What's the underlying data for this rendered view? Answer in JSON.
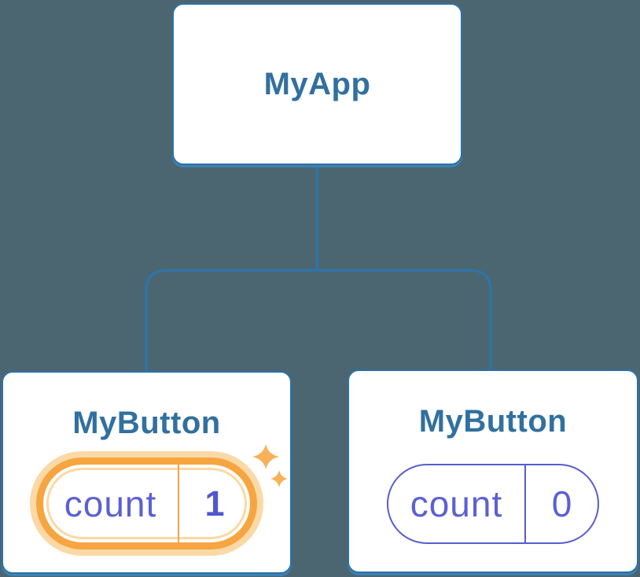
{
  "diagram": {
    "description": "React component tree showing isolated state",
    "background": "#4C6671",
    "root": {
      "title": "MyApp"
    },
    "children": [
      {
        "title": "MyButton",
        "highlighted": true,
        "counter": {
          "label": "count",
          "value": "1"
        }
      },
      {
        "title": "MyButton",
        "highlighted": false,
        "counter": {
          "label": "count",
          "value": "0"
        }
      }
    ],
    "icons": [
      {
        "name": "sparkles-icon",
        "meaning": "state just updated",
        "color": "#F8B159"
      }
    ],
    "colors": {
      "card_border": "#2B72A9",
      "card_background": "#FFFFFF",
      "title_text": "#31709F",
      "connector": "#2B76AD",
      "pill_indigo": "#5B60D2",
      "pill_value_bold": "#5257CC",
      "highlight_orange": "#F6A540",
      "highlight_halo": "#FBD9A6",
      "sparkle": "#F8B159"
    }
  }
}
